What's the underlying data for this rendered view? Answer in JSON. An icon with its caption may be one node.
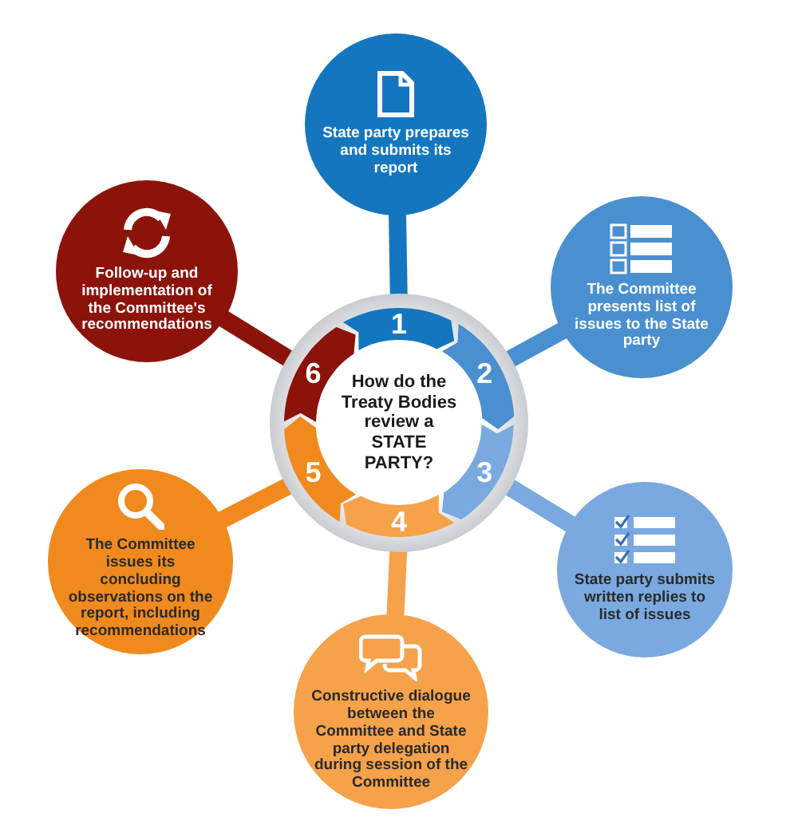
{
  "diagram": {
    "nodes": [
      {
        "text": [
          "State party prepares and submits its report"
        ]
      },
      {
        "text": [
          "The Committee presents list of issues to the State party"
        ]
      },
      {
        "text": [
          "State party submits written replies to list of issues"
        ]
      },
      {
        "text": [
          "Constructive dialogue between the Committee and State party delegation during session of the Committee"
        ]
      },
      {
        "text": [
          "The Committee issues its concluding observations on the report, including recommendations"
        ]
      },
      {
        "text": [
          "Follow-up and implementation of the Committee's recommendations"
        ]
      },
      {
        "text": [
          "How do the Treaty Bodies review a STATE PARTY?"
        ]
      },
      {
        "text": [
          "1"
        ]
      },
      {
        "text": [
          "2"
        ]
      },
      {
        "text": [
          "3"
        ]
      },
      {
        "text": [
          "4"
        ]
      },
      {
        "text": [
          "5"
        ]
      },
      {
        "text": [
          "6"
        ]
      }
    ],
    "edges": [
      {
        "from": 0,
        "to": 7,
        "arrow": "none",
        "color": "#1576c0"
      },
      {
        "from": 1,
        "to": 8,
        "arrow": "none",
        "color": "#4a8fd0"
      },
      {
        "from": 2,
        "to": 9,
        "arrow": "none",
        "color": "#79a9df"
      },
      {
        "from": 3,
        "to": 10,
        "arrow": "none",
        "color": "#f5a24a"
      },
      {
        "from": 4,
        "to": 11,
        "arrow": "none",
        "color": "#f08a1e"
      },
      {
        "from": 5,
        "to": 12,
        "arrow": "none",
        "color": "#8c130a"
      }
    ]
  }
}
